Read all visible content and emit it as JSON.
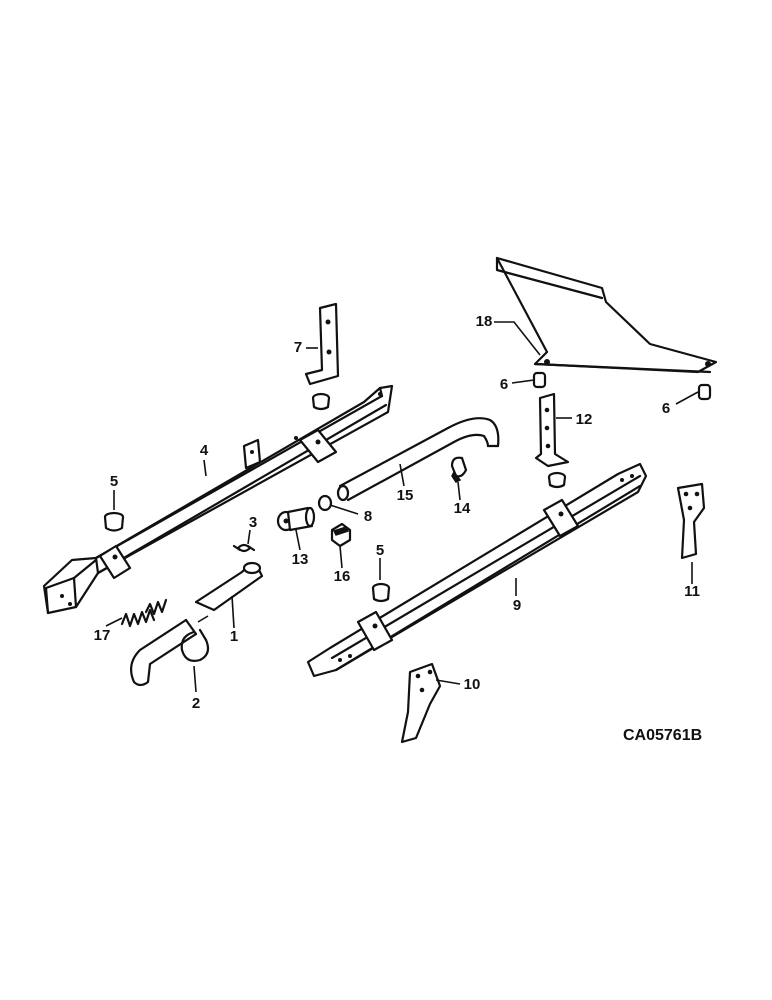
{
  "drawing_code": "CA05761B",
  "callouts": [
    {
      "label": "1"
    },
    {
      "label": "2"
    },
    {
      "label": "3"
    },
    {
      "label": "4"
    },
    {
      "label": "5"
    },
    {
      "label": "5"
    },
    {
      "label": "6"
    },
    {
      "label": "6"
    },
    {
      "label": "7"
    },
    {
      "label": "8"
    },
    {
      "label": "9"
    },
    {
      "label": "10"
    },
    {
      "label": "11"
    },
    {
      "label": "12"
    },
    {
      "label": "13"
    },
    {
      "label": "14"
    },
    {
      "label": "15"
    },
    {
      "label": "16"
    },
    {
      "label": "17"
    },
    {
      "label": "18"
    }
  ]
}
